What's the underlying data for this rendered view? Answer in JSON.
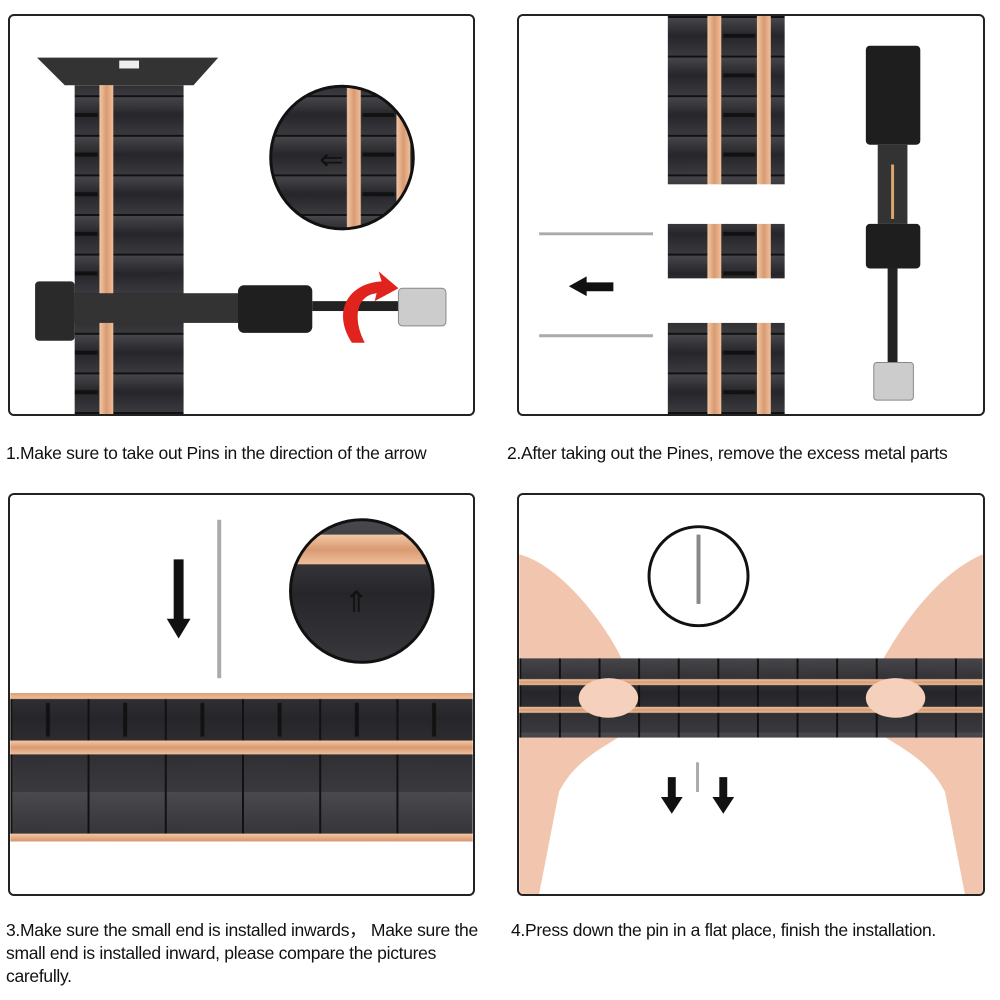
{
  "steps": [
    {
      "caption": "1.Make sure to take out Pins in the direction of the arrow"
    },
    {
      "caption": "2.After taking out the Pines, remove the excess metal parts"
    },
    {
      "caption": "3.Make sure the small end is installed inwards， Make sure the small end is installed inward, please compare the pictures carefully."
    },
    {
      "caption": "4.Press down the pin in a flat place, finish the installation."
    }
  ],
  "colors": {
    "band_black": "#2b2b2e",
    "band_rose": "#e0a77f",
    "arrow_red": "#e0231c",
    "border": "#222222"
  }
}
